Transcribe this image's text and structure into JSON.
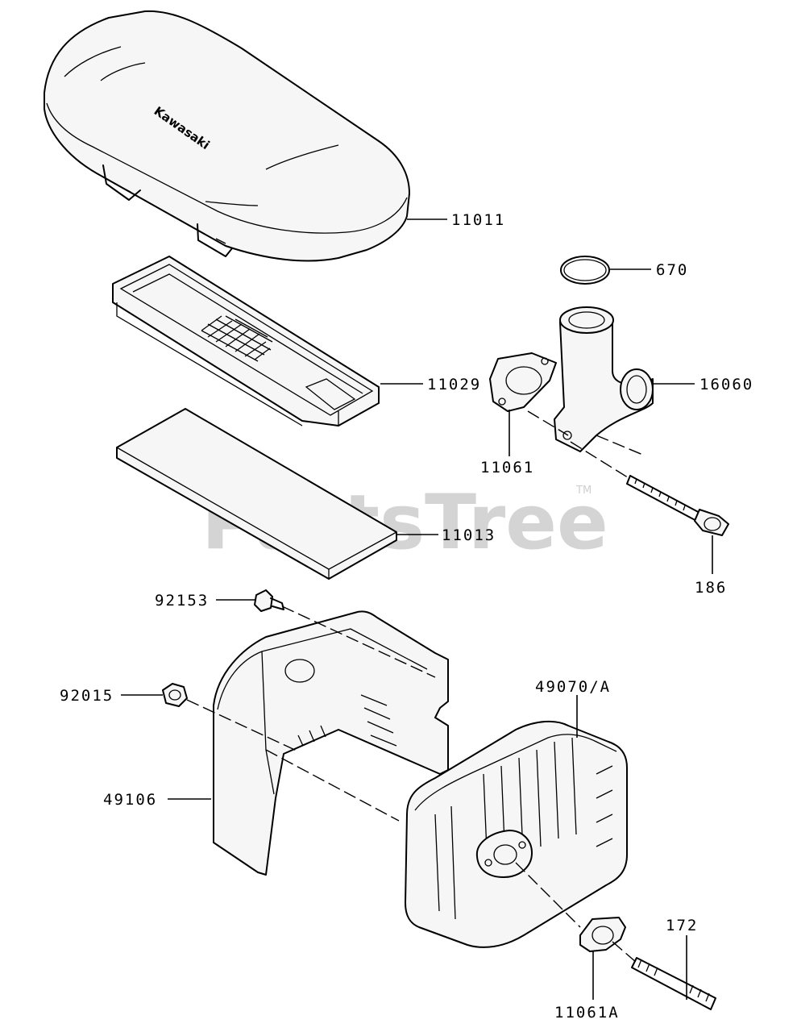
{
  "watermark": {
    "text": "PartsTree",
    "trademark": "TM"
  },
  "brand_label": "Kawasaki",
  "callouts": [
    {
      "id": "11011",
      "label": "11011"
    },
    {
      "id": "670",
      "label": "670"
    },
    {
      "id": "11029",
      "label": "11029"
    },
    {
      "id": "16060",
      "label": "16060"
    },
    {
      "id": "11061",
      "label": "11061"
    },
    {
      "id": "11013",
      "label": "11013"
    },
    {
      "id": "186",
      "label": "186"
    },
    {
      "id": "92153",
      "label": "92153"
    },
    {
      "id": "49070A",
      "label": "49070/A"
    },
    {
      "id": "92015",
      "label": "92015"
    },
    {
      "id": "49106",
      "label": "49106"
    },
    {
      "id": "172",
      "label": "172"
    },
    {
      "id": "11061A",
      "label": "11061A"
    }
  ]
}
